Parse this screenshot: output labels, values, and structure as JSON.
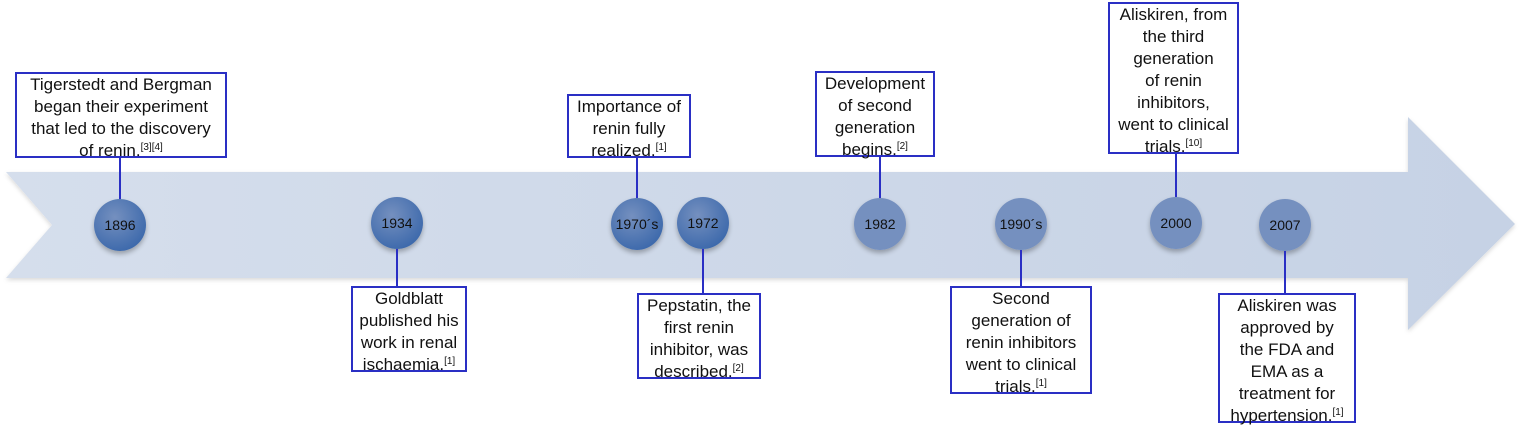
{
  "colors": {
    "arrow_fill_left": "#d5deec",
    "arrow_fill_right": "#c6d2e5",
    "connector": "#2a2fc4",
    "box_border": "#2a2fc4",
    "circle_dark": "#3e6aac",
    "circle_light": "#7590bf"
  },
  "events": [
    {
      "year": "1896",
      "lines": [
        "Tigerstedt and Bergman",
        "began their experiment",
        "that led to the discovery",
        "of renin."
      ],
      "refs": "[3][4]",
      "side": "above"
    },
    {
      "year": "1934",
      "lines": [
        "Goldblatt",
        "published his",
        "work in renal",
        "ischaemia."
      ],
      "refs": "[1]",
      "side": "below"
    },
    {
      "year": "1970´s",
      "lines": [
        "Importance of",
        "renin fully",
        "realized."
      ],
      "refs": "[1]",
      "side": "above"
    },
    {
      "year": "1972",
      "lines": [
        "Pepstatin, the",
        "first renin",
        "inhibitor, was",
        "described."
      ],
      "refs": "[2]",
      "side": "below"
    },
    {
      "year": "1982",
      "lines": [
        "Development",
        "of second",
        "generation",
        "begins."
      ],
      "refs": "[2]",
      "side": "above"
    },
    {
      "year": "1990´s",
      "lines": [
        "Second",
        "generation of",
        "renin inhibitors",
        "went to clinical",
        "trials."
      ],
      "refs": "[1]",
      "side": "below"
    },
    {
      "year": "2000",
      "lines": [
        "Aliskiren, from",
        "the third",
        "generation",
        "of renin",
        "inhibitors,",
        "went to clinical",
        "trials."
      ],
      "refs": "[10]",
      "side": "above"
    },
    {
      "year": "2007",
      "lines": [
        "Aliskiren was",
        "approved by",
        "the FDA and",
        "EMA as a",
        "treatment for",
        "hypertension."
      ],
      "refs": "[1]",
      "side": "below"
    }
  ]
}
